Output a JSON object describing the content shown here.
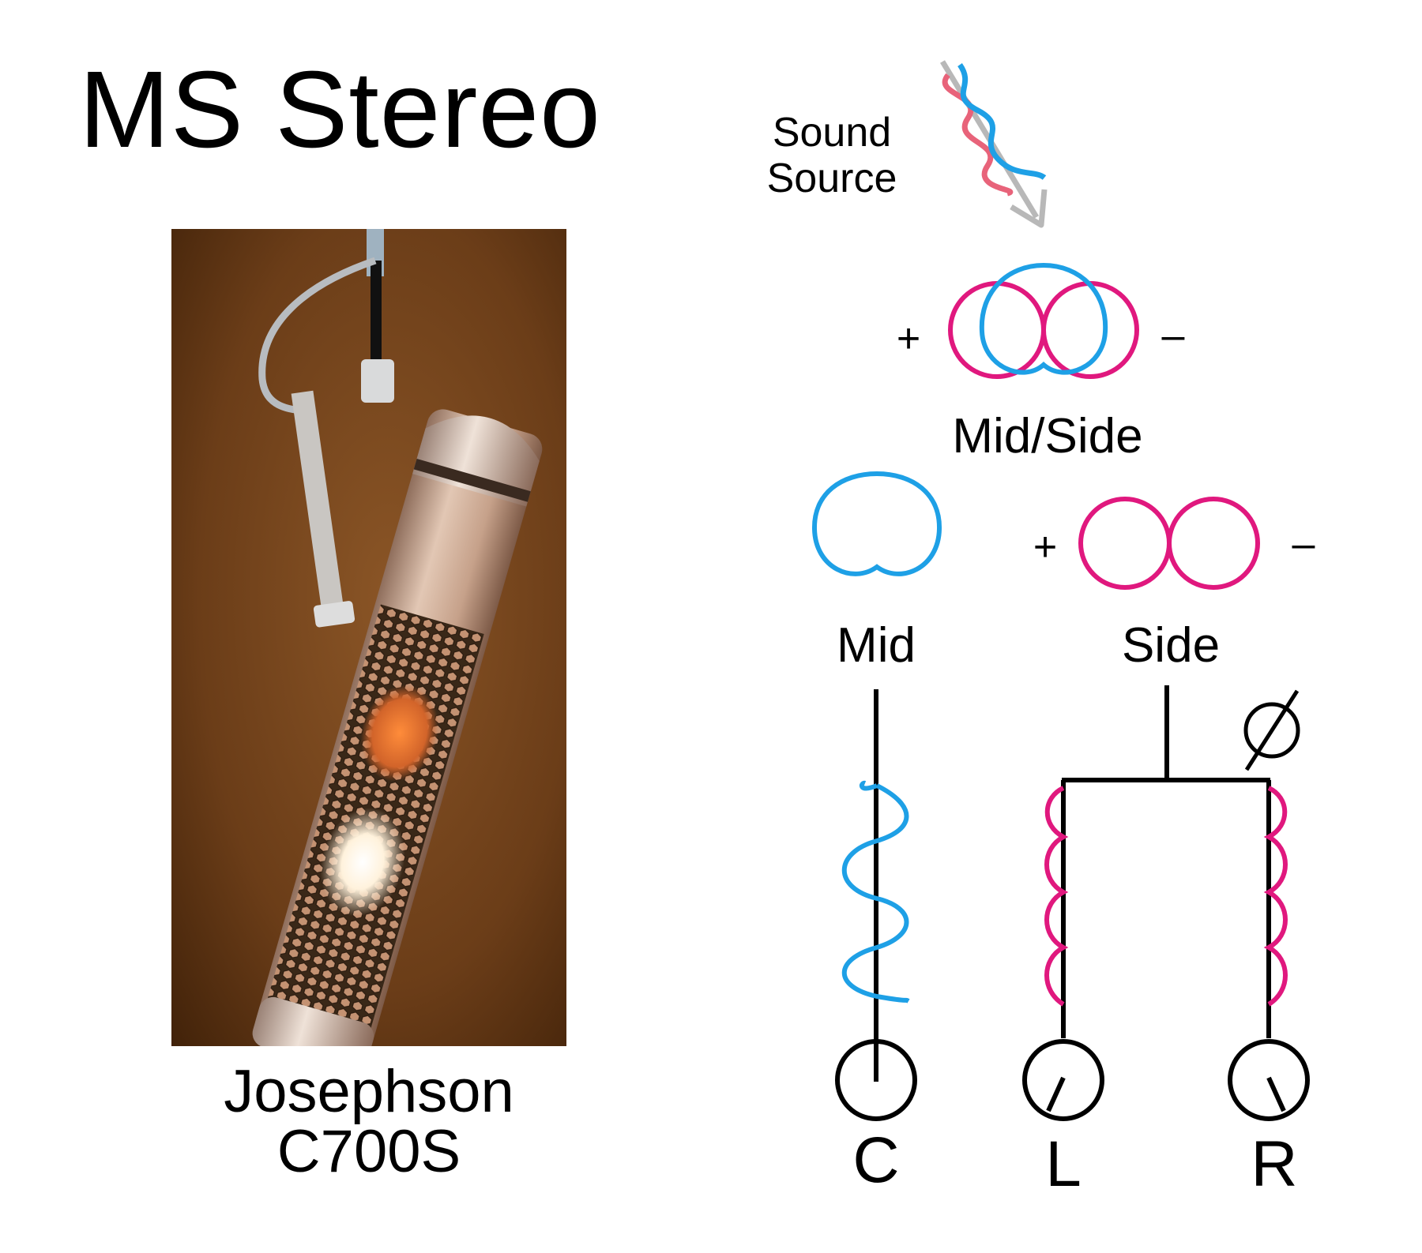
{
  "title": "MS Stereo",
  "microphone": {
    "caption_line1": "Josephson",
    "caption_line2": "C700S"
  },
  "diagram": {
    "sound_source_line1": "Sound",
    "sound_source_line2": "Source",
    "combined_plus": "+",
    "combined_minus": "–",
    "combined_label": "Mid/Side",
    "mid_label": "Mid",
    "side_plus": "+",
    "side_minus": "–",
    "side_label": "Side",
    "phase_symbol": "∅",
    "outputs": [
      "C",
      "L",
      "R"
    ]
  },
  "colors": {
    "mid": "#1ea0e6",
    "side": "#e0187e",
    "source_wave_red": "#e8637a",
    "source_arrow": "#b8b8b8",
    "mic_background": "#6b3d18",
    "mic_body": "#c9a690"
  }
}
